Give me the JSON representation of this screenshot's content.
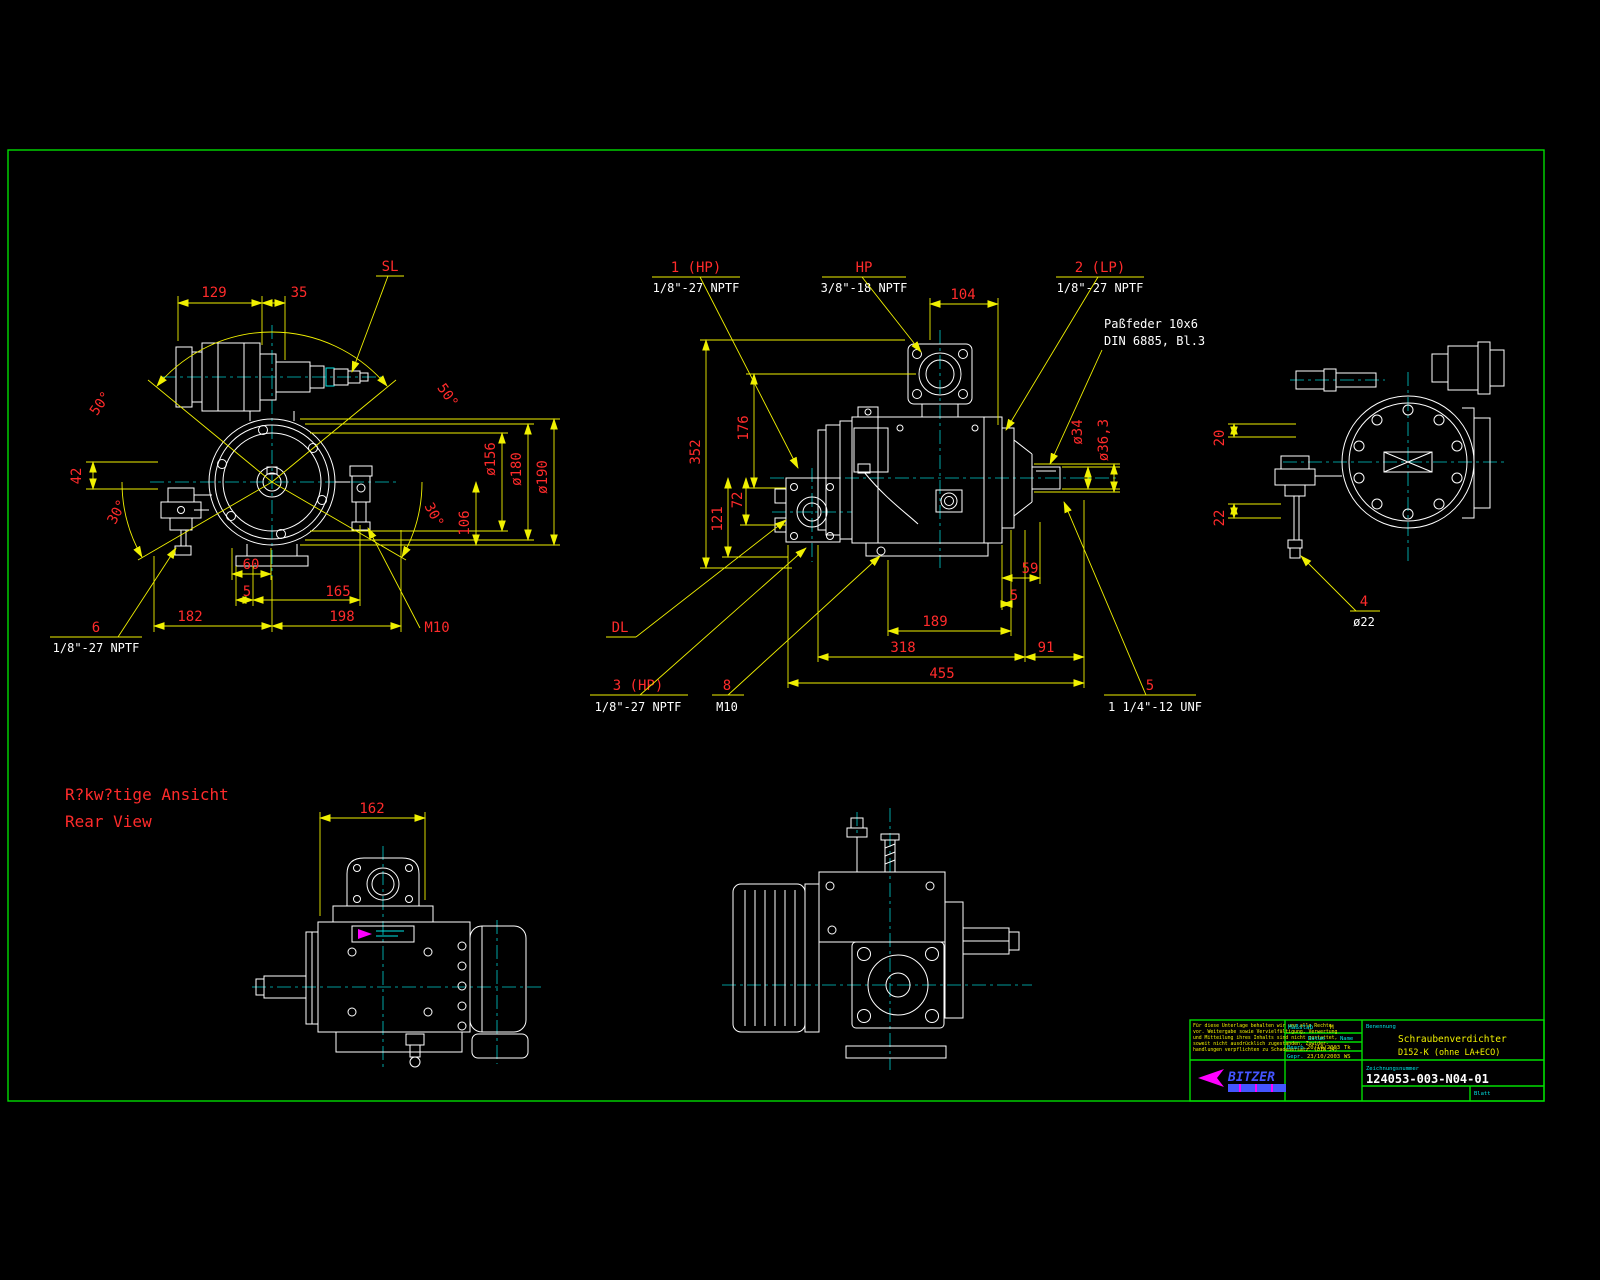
{
  "front_view": {
    "sl": "SL",
    "d129": "129",
    "d35": "35",
    "a50l": "50°",
    "a50r": "50°",
    "d42": "42",
    "a30l": "30°",
    "a30r": "30°",
    "dia156": "ø156",
    "dia180": "ø180",
    "dia190": "ø190",
    "d106": "106",
    "d60": "60",
    "d5": "5",
    "d165": "165",
    "d182": "182",
    "d198": "198",
    "m10": "M10",
    "p6": "6",
    "p6_thread": "1/8\"-27 NPTF"
  },
  "side_view": {
    "p1": "1 (HP)",
    "p1_thread": "1/8\"-27 NPTF",
    "hp": "HP",
    "hp_thread": "3/8\"-18 NPTF",
    "p2": "2 (LP)",
    "p2_thread": "1/8\"-27 NPTF",
    "d104": "104",
    "key1": "Paßfeder 10x6",
    "key2": "DIN 6885, Bl.3",
    "d352": "352",
    "d176": "176",
    "d121": "121",
    "d72": "72",
    "dia34": "ø34",
    "dia363": "ø36,3",
    "d59": "59",
    "d5": "5",
    "d189": "189",
    "d318": "318",
    "d91": "91",
    "d455": "455",
    "dl": "DL",
    "p3": "3 (HP)",
    "p3_thread": "1/8\"-27 NPTF",
    "p8": "8",
    "p8_thread": "M10",
    "p5": "5",
    "p5_thread": "1 1/4\"-12 UNF"
  },
  "end_view": {
    "d20": "20",
    "d22": "22",
    "p4": "4",
    "p4_dia": "ø22"
  },
  "rear_view": {
    "title_de": "R?kw?tige Ansicht",
    "title_en": "Rear View",
    "d162": "162"
  },
  "title_block": {
    "notice1": "Für diese Unterlage behalten wir uns alle Rechte",
    "notice2": "vor. Weitergabe sowie Vervielfältigung, Verwertung",
    "notice3": "und Mitteilung ihres Inhalts sind nicht gestattet,",
    "notice4": "soweit nicht ausdrücklich zugestanden. Zuwider-",
    "notice5": "handlungen verpflichten zu Schadenersatz. (DIN 34)",
    "logo": "BITZER",
    "scale_label": "Maßstab",
    "scale_value": "M",
    "col_date": "Datum",
    "col_name": "Name",
    "row1_label": "Bearb.",
    "row1_date": "20/10/2003",
    "row1_name": "Tk",
    "row2_label": "Gepr.",
    "row2_date": "23/10/2003",
    "row2_name": "WS",
    "name_label": "Benennung",
    "title1": "Schraubenverdichter",
    "title2": "D152-K (ohne LA+ECO)",
    "number_label": "Zeichnungsnummer",
    "number": "124053-003-N04-01",
    "sheet_label": "Blatt"
  }
}
